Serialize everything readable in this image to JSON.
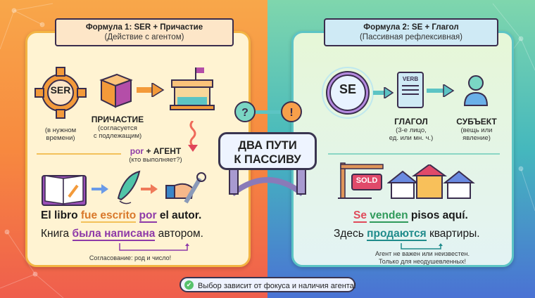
{
  "center": {
    "line1": "ДВА ПУТИ",
    "line2": "К ПАССИВУ"
  },
  "formula1": {
    "title": "Формула 1: SER + Причастие",
    "subtitle": "(Действие с агентом)",
    "ser_label": "SER",
    "ser_note_1": "(в нужном",
    "ser_note_2": "времени)",
    "participle_title": "ПРИЧАСТИЕ",
    "participle_note_1": "(согласуется",
    "participle_note_2": "с подлежащим)",
    "agent_por": "por",
    "agent_rest": "+ АГЕНТ",
    "agent_note": "(кто выполняет?)",
    "example_es": {
      "p1": "El libro ",
      "p2": "fue escrito",
      "p3": " ",
      "p4": "por",
      "p5": " el autor."
    },
    "example_ru": {
      "p1": "Книга ",
      "p2": "была написана",
      "p3": " автором."
    },
    "agreement_note": "Согласование: род и число!"
  },
  "formula2": {
    "title": "Формула 2: SE + Глагол",
    "subtitle": "(Пассивная рефлексивная)",
    "se_label": "SE",
    "verb_card": "VERB",
    "verb_title": "ГЛАГОЛ",
    "verb_note_1": "(3-е лицо,",
    "verb_note_2": "ед. или мн. ч.)",
    "subject_title": "СУБЪЕКТ",
    "subject_note_1": "(вещь или",
    "subject_note_2": "явление)",
    "sold_sign": "SOLD",
    "example_es": {
      "p1": "Se",
      "p2": " ",
      "p3": "venden",
      "p4": " pisos aquí."
    },
    "example_ru": {
      "p1": "Здесь ",
      "p2": "продаются",
      "p3": " квартиры."
    },
    "note_1": "Агент не важен или неизвестен.",
    "note_2": "Только для неодушевленных!"
  },
  "footer": {
    "text": "Выбор зависит от фокуса и наличия агента!"
  },
  "colors": {
    "orange": "#d9782a",
    "purple": "#8e3aa8",
    "red": "#e04a5a",
    "green": "#2f9a5a",
    "teal": "#1f8b8b"
  }
}
